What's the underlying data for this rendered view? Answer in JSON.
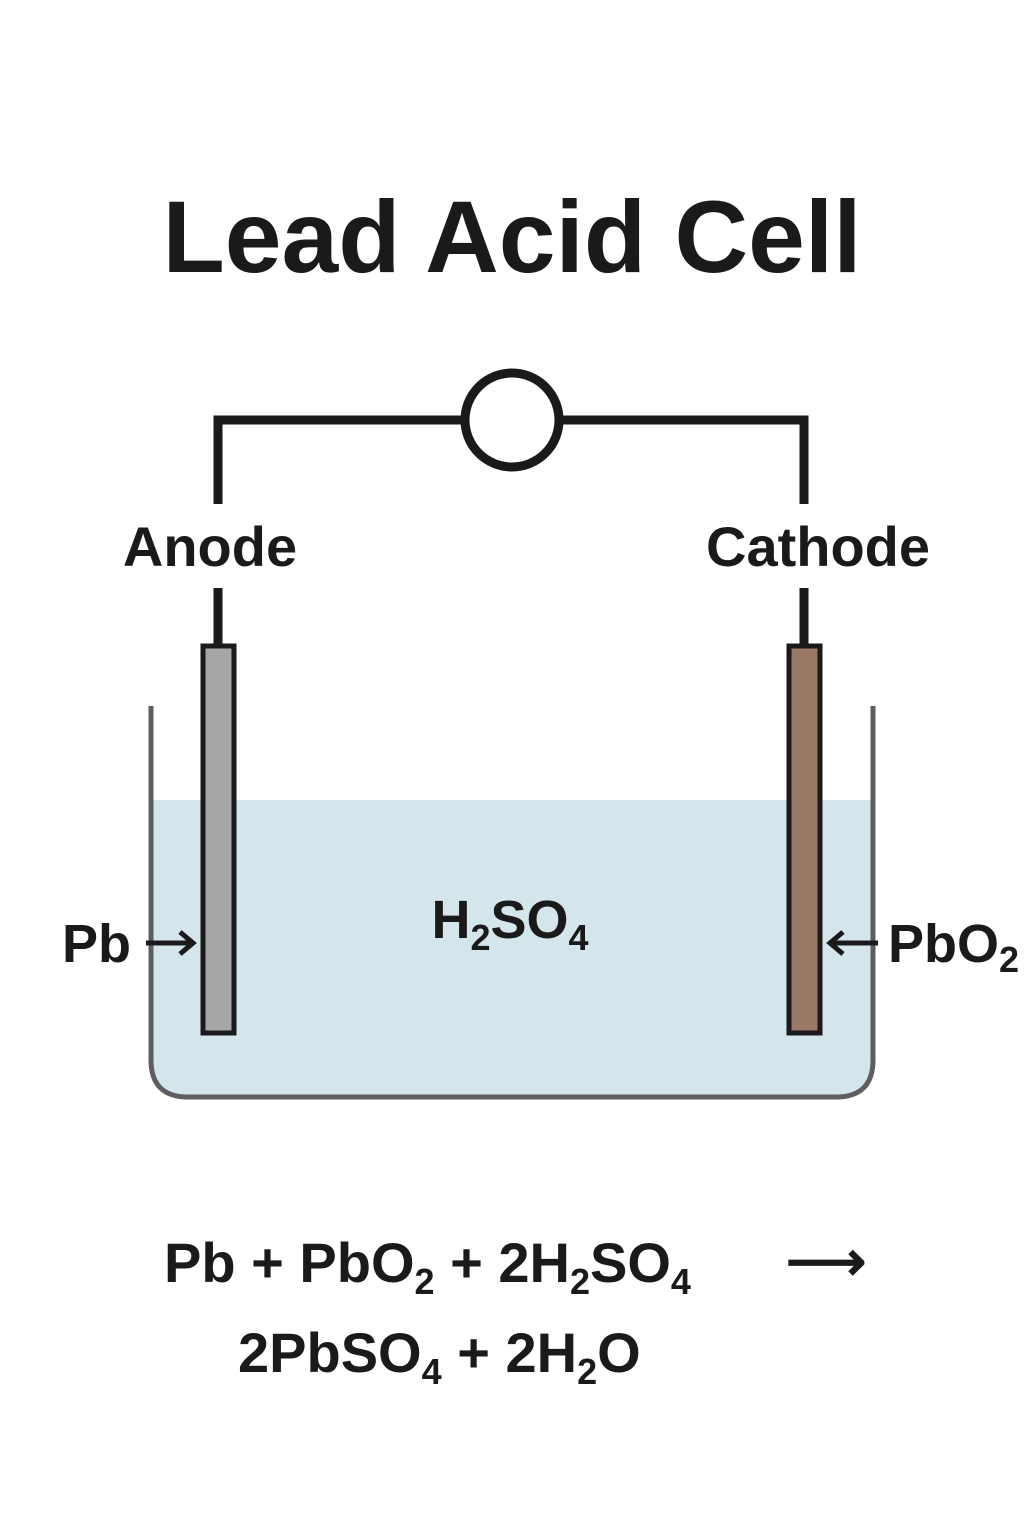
{
  "title": "Lead Acid Cell",
  "anode": {
    "label": "Anode",
    "material": "Pb"
  },
  "cathode": {
    "label": "Cathode",
    "material_main": "PbO",
    "material_sub": "2"
  },
  "electrolyte": {
    "p1": "H",
    "s1": "2",
    "p2": "SO",
    "s2": "4"
  },
  "equation": {
    "line1": {
      "a": "Pb + PbO",
      "a_sub": "2",
      "b": " + 2H",
      "b_sub": "2",
      "c": "SO",
      "c_sub": "4",
      "arrow": "⟶"
    },
    "line2": {
      "a": "2PbSO",
      "a_sub": "4",
      "b": " + 2H",
      "b_sub": "2",
      "c": "O"
    }
  },
  "colors": {
    "wire": "#1a1a1a",
    "anode_plate": "#a6a6a6",
    "cathode_plate": "#9a7866",
    "electrolyte": "#d5e5ec",
    "container": "#5e5e5e"
  },
  "icons": {
    "meter": "circle-meter-icon",
    "anode_pointer": "arrow-right-icon",
    "cathode_pointer": "arrow-left-icon"
  }
}
